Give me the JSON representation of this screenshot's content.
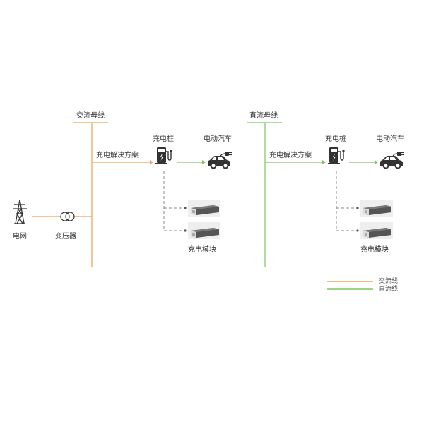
{
  "colors": {
    "ac_line": "#F0A050",
    "dc_line": "#7DC55A",
    "dashed": "#888888",
    "icon": "#333333",
    "module_body": "#5a5a5a",
    "module_face": "#d9d9d9"
  },
  "grid": {
    "label": "电网",
    "icon": "transmission-tower-icon"
  },
  "transformer": {
    "label": "变压器",
    "icon": "transformer-icon"
  },
  "ac_section": {
    "bus_label": "交流母线",
    "solution_label": "充电解决方案",
    "pile_label": "充电桩",
    "ev_label": "电动汽车",
    "module_label": "充电模块",
    "pile_icon": "charging-pile-icon",
    "ev_icon": "electric-car-icon",
    "module_icon": "power-module-icon"
  },
  "dc_section": {
    "bus_label": "直流母线",
    "solution_label": "充电解决方案",
    "pile_label": "充电桩",
    "ev_label": "电动汽车",
    "module_label": "充电模块",
    "pile_icon": "charging-pile-icon",
    "ev_icon": "electric-car-icon",
    "module_icon": "power-module-icon"
  },
  "legend": {
    "ac": "交流线",
    "dc": "直流线"
  }
}
